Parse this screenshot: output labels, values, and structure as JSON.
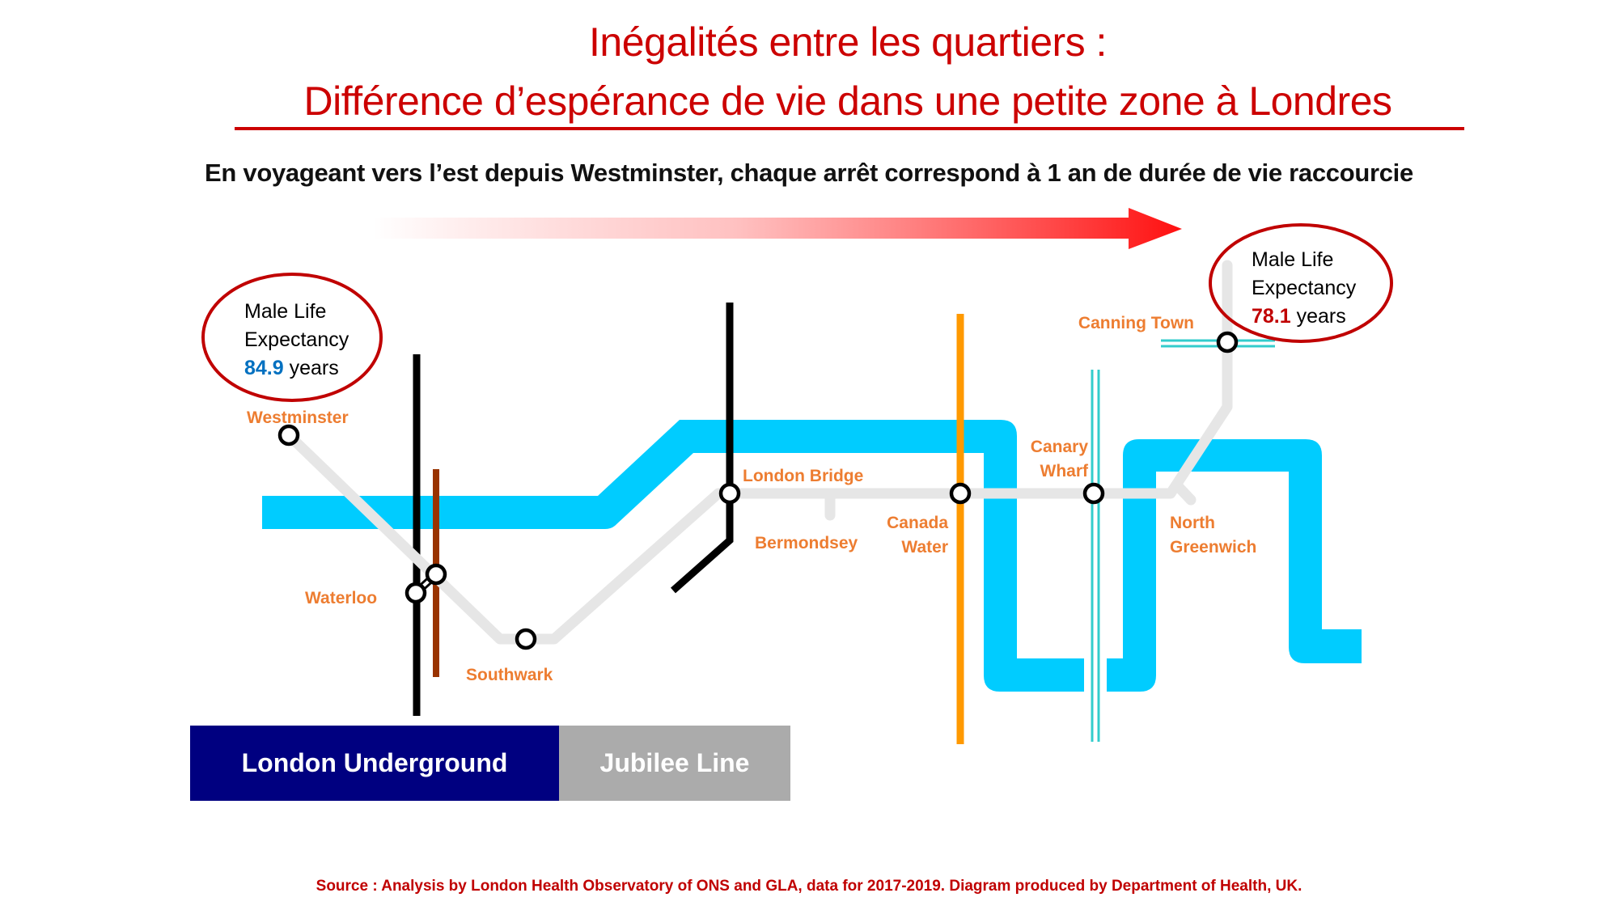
{
  "header": {
    "title_line1": "Inégalités entre les quartiers :",
    "title_line2": "Différence d’espérance de vie dans une petite zone à Londres",
    "subtitle": "En voyageant vers l’est depuis Westminster, chaque arrêt correspond à 1 an de durée de vie raccourcie"
  },
  "callouts": {
    "west": {
      "line1": "Male Life",
      "line2": "Expectancy",
      "value": "84.9",
      "unit": " years",
      "value_color": "#0070C0"
    },
    "east": {
      "line1": "Male Life",
      "line2": "Expectancy",
      "value": "78.1",
      "unit": " years",
      "value_color": "#C00000"
    }
  },
  "stations": {
    "westminster": "Westminster",
    "waterloo": "Waterloo",
    "southwark": "Southwark",
    "london_bridge": "London Bridge",
    "bermondsey": "Bermondsey",
    "canada_water_1": "Canada",
    "canada_water_2": "Water",
    "canary_wharf_1": "Canary",
    "canary_wharf_2": "Wharf",
    "north_greenwich_1": "North",
    "north_greenwich_2": "Greenwich",
    "canning_town": "Canning Town"
  },
  "legend": {
    "underground": "London Underground",
    "jubilee": "Jubilee Line"
  },
  "colors": {
    "title": "#CC0000",
    "river": "#00CCFF",
    "jubilee_line": "#E6E6E6",
    "northern_line": "#000000",
    "bakerloo_line": "#993300",
    "overground_line": "#FF9900",
    "dlr_line": "#33CCCC",
    "station_label": "#ED7D31",
    "callout_border": "#C00000",
    "legend_underground": "#000080",
    "legend_jubilee": "#ABABAB"
  },
  "footer": {
    "source": "Source : Analysis by London Health Observatory of ONS and GLA, data for 2017-2019. Diagram produced by Department of Health, UK."
  }
}
